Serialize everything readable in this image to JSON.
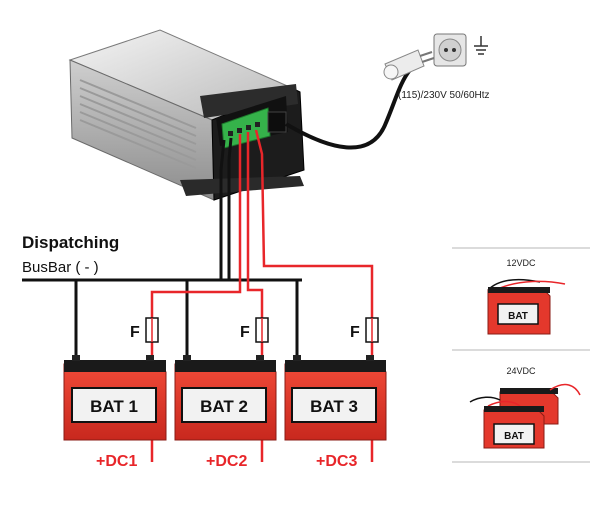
{
  "diagram": {
    "bus_title": "Dispatching",
    "bus_subtitle": "BusBar ( - )",
    "mains_label": "(115)/230V 50/60Htz",
    "fuse_label": "F",
    "batteries": [
      {
        "label": "BAT 1",
        "output": "+DC1"
      },
      {
        "label": "BAT 2",
        "output": "+DC2"
      },
      {
        "label": "BAT 3",
        "output": "+DC3"
      }
    ],
    "inset_12v": {
      "title": "12VDC",
      "battery_label": "BAT"
    },
    "inset_24v": {
      "title": "24VDC",
      "battery_label": "BAT"
    }
  },
  "colors": {
    "wire_positive": "#e8262a",
    "wire_negative": "#111111",
    "battery_body": "#e4382c",
    "battery_top": "#1a1a1a",
    "terminal_board": "#35b24a",
    "charger_body": "#dcdcdc",
    "socket_face": "#e6e6e6"
  },
  "icons": {
    "charger": "battery-charger-icon",
    "plug": "power-plug-icon",
    "socket": "wall-socket-icon",
    "ground": "ground-symbol-icon",
    "fuse": "fuse-icon",
    "battery": "battery-icon"
  }
}
